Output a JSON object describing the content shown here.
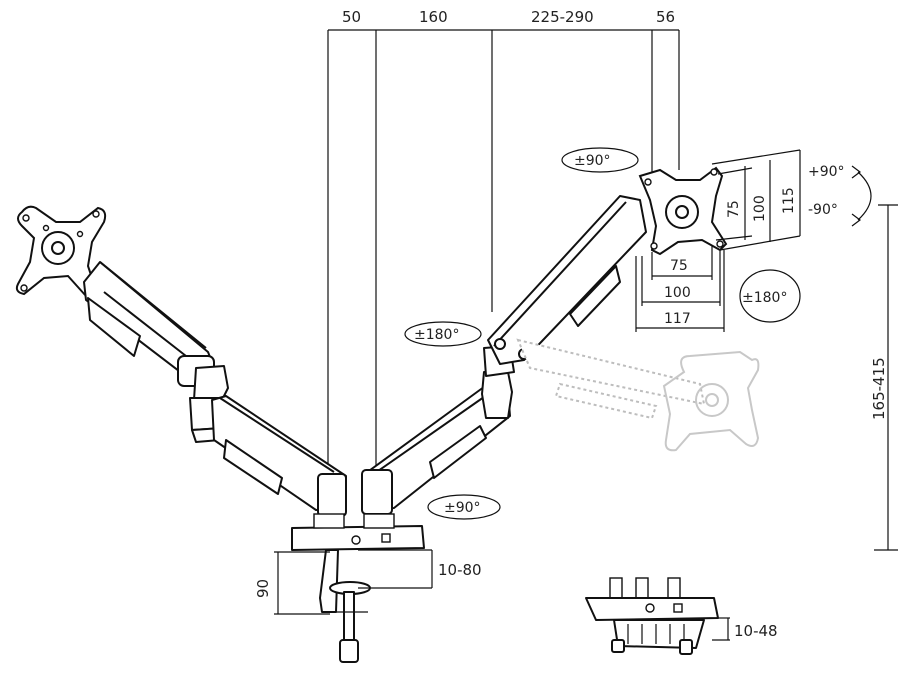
{
  "dimensions": {
    "top": [
      "50",
      "160",
      "225-290",
      "56"
    ],
    "height_range": "165-415",
    "clamp_thickness": "10-80",
    "grommet_thickness": "10-48",
    "clamp_depth": "90"
  },
  "vesa": {
    "height_small": "75",
    "height_medium": "100",
    "height_large": "115",
    "width_small": "75",
    "width_medium": "100",
    "width_large": "117"
  },
  "rotation": {
    "tilt_up": "+90°",
    "tilt_down": "-90°",
    "swivel_head": "±90°",
    "rotate_head": "±180°",
    "arm_swivel": "±180°",
    "base_swivel": "±90°"
  }
}
